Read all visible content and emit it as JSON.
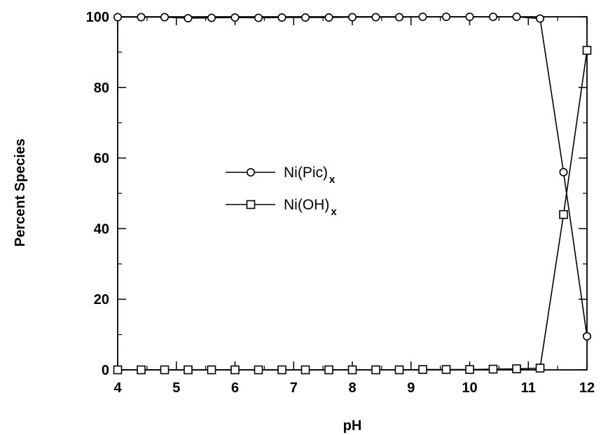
{
  "chart_data": {
    "type": "line",
    "title": "",
    "xlabel": "pH",
    "ylabel": "Percent Species",
    "xlim": [
      4,
      12
    ],
    "ylim": [
      0,
      100
    ],
    "xticks": [
      "4",
      "5",
      "6",
      "7",
      "8",
      "9",
      "10",
      "11",
      "12"
    ],
    "yticks": [
      "0",
      "20",
      "40",
      "60",
      "80",
      "100"
    ],
    "grid": false,
    "legend_position": "center-left",
    "series": [
      {
        "name_main": "Ni(Pic)",
        "name_sub": "x",
        "marker": "circle",
        "x": [
          4.0,
          4.4,
          4.8,
          5.2,
          5.6,
          6.0,
          6.4,
          6.8,
          7.2,
          7.6,
          8.0,
          8.4,
          8.8,
          9.2,
          9.6,
          10.0,
          10.4,
          10.8,
          11.2,
          11.6,
          12.0
        ],
        "y": [
          99.9,
          99.9,
          99.9,
          99.6,
          99.7,
          99.8,
          99.7,
          99.8,
          99.8,
          99.8,
          99.9,
          99.9,
          99.9,
          100.0,
          100.0,
          100.0,
          100.0,
          100.0,
          99.5,
          56.0,
          9.5
        ]
      },
      {
        "name_main": "Ni(OH)",
        "name_sub": "x",
        "marker": "square",
        "x": [
          4.0,
          4.4,
          4.8,
          5.2,
          5.6,
          6.0,
          6.4,
          6.8,
          7.2,
          7.6,
          8.0,
          8.4,
          8.8,
          9.2,
          9.6,
          10.0,
          10.4,
          10.8,
          11.2,
          11.6,
          12.0
        ],
        "y": [
          0.0,
          0.0,
          0.0,
          0.0,
          0.0,
          0.0,
          0.0,
          0.0,
          0.0,
          0.0,
          0.0,
          0.0,
          0.0,
          0.1,
          0.1,
          0.1,
          0.2,
          0.3,
          0.5,
          44.0,
          90.5
        ]
      }
    ]
  }
}
